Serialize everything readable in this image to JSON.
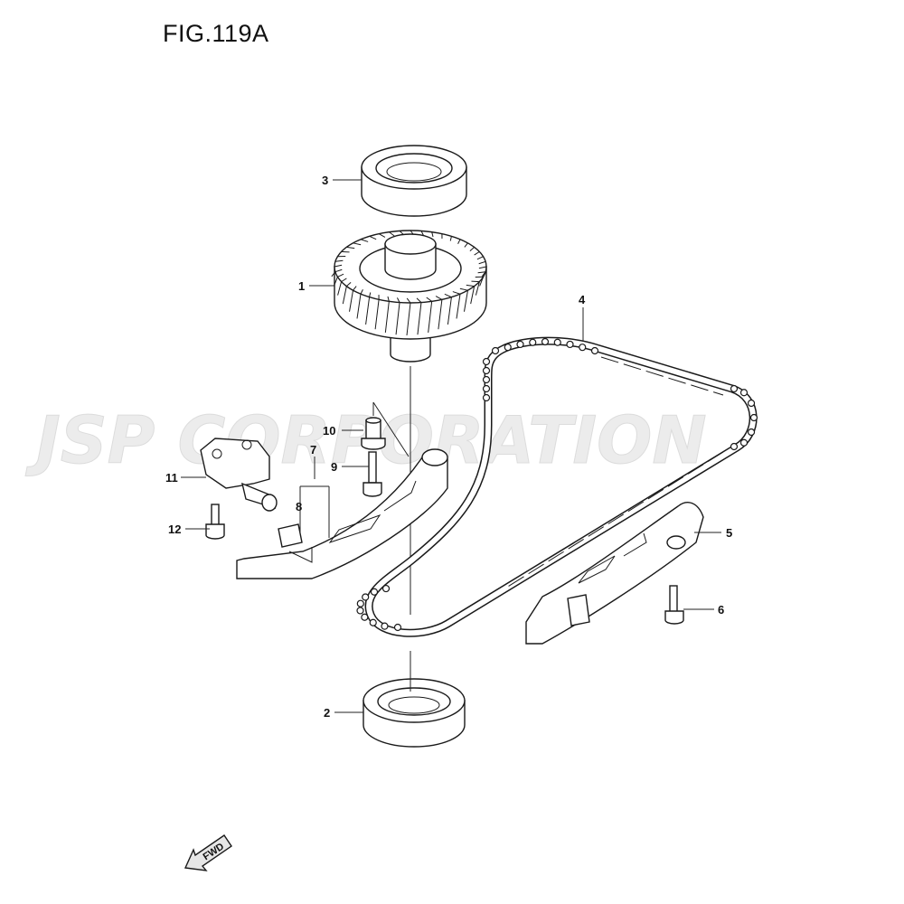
{
  "title": "FIG.119A",
  "watermark": "JSP CORPORATION",
  "fwd_label": "FWD",
  "callouts": [
    {
      "id": "1",
      "part": "gear"
    },
    {
      "id": "2",
      "part": "bearing-lower"
    },
    {
      "id": "3",
      "part": "bearing-upper"
    },
    {
      "id": "4",
      "part": "timing-chain"
    },
    {
      "id": "5",
      "part": "chain-guide-right"
    },
    {
      "id": "6",
      "part": "bolt-right"
    },
    {
      "id": "7",
      "part": "chain-tensioner-guide"
    },
    {
      "id": "8",
      "part": "guide-pad"
    },
    {
      "id": "9",
      "part": "bolt-tensioner"
    },
    {
      "id": "10",
      "part": "spacer-bolt"
    },
    {
      "id": "11",
      "part": "tensioner-bracket"
    },
    {
      "id": "12",
      "part": "bolt-bracket"
    }
  ]
}
